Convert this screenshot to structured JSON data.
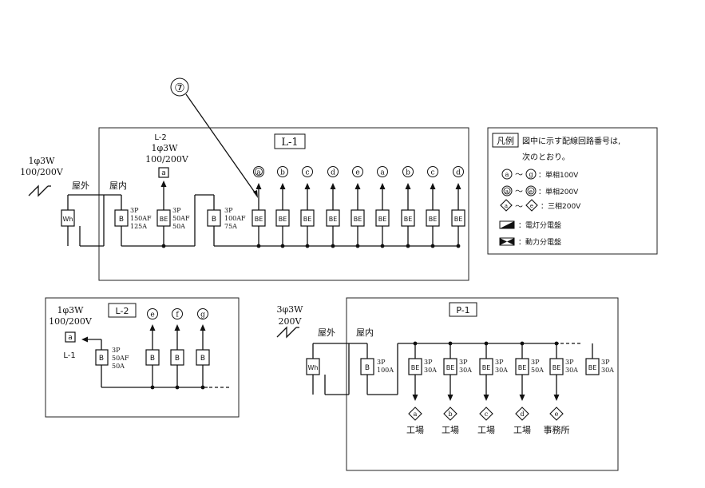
{
  "callout": "⑦",
  "colors": {
    "line": "#111111",
    "background": "#ffffff"
  },
  "icons": [
    "dot-icon",
    "arrow-icon",
    "lightning-icon",
    "lighting-panel-icon",
    "power-panel-icon"
  ],
  "incoming_main": {
    "supply": "1φ3W",
    "voltage": "100/200V",
    "outdoor": "屋外",
    "indoor": "屋内",
    "meter": "Wh"
  },
  "L1": {
    "title": "L-1",
    "main": {
      "label": "B",
      "spec": [
        "3P",
        "150AF",
        "125A"
      ]
    },
    "feeder": {
      "label": "BE",
      "spec": [
        "3P",
        "50AF",
        "50A"
      ]
    },
    "feeder_dest": {
      "name": "L-2",
      "supply": "1φ3W",
      "voltage": "100/200V",
      "mark": "a"
    },
    "sub": {
      "label": "B",
      "spec": [
        "3P",
        "100AF",
        "75A"
      ]
    },
    "branch_label": "BE",
    "branches": [
      "a",
      "b",
      "c",
      "d",
      "e",
      "a",
      "b",
      "c",
      "d"
    ]
  },
  "legend": {
    "title": "凡例",
    "text1": "図中に示す配線回路番号は,",
    "text2": "次のとおり。",
    "r1": {
      "from": "a",
      "tilde": "～",
      "to": "g",
      "desc": "：単相100V"
    },
    "r2": {
      "from": "a",
      "tilde": "～",
      "to": "e",
      "desc": "：単相200V"
    },
    "r3": {
      "from": "a",
      "tilde": "～",
      "to": "e",
      "desc": "：三相200V"
    },
    "r4": "：電灯分電盤",
    "r5": "：動力分電盤"
  },
  "L2": {
    "title": "L-2",
    "supply": "1φ3W",
    "voltage": "100/200V",
    "src_mark": "a",
    "src_name": "L-1",
    "main": {
      "label": "B",
      "spec": [
        "3P",
        "50AF",
        "50A"
      ]
    },
    "branch_label": "B",
    "branches": [
      "e",
      "f",
      "g"
    ]
  },
  "P1": {
    "title": "P-1",
    "supply": "3φ3W",
    "voltage": "200V",
    "outdoor": "屋外",
    "indoor": "屋内",
    "meter": "Wh",
    "main": {
      "label": "B",
      "spec": [
        "3P",
        "100A"
      ]
    },
    "branch_label": "BE",
    "branches": [
      {
        "spec": [
          "3P",
          "30A"
        ],
        "mark": "a",
        "dest": "工場"
      },
      {
        "spec": [
          "3P",
          "30A"
        ],
        "mark": "b",
        "dest": "工場"
      },
      {
        "spec": [
          "3P",
          "30A"
        ],
        "mark": "c",
        "dest": "工場"
      },
      {
        "spec": [
          "3P",
          "50A"
        ],
        "mark": "d",
        "dest": "工場"
      },
      {
        "spec": [
          "3P",
          "30A"
        ],
        "mark": "e",
        "dest": "事務所"
      },
      {
        "spec": [
          "3P",
          "30A"
        ]
      }
    ]
  }
}
